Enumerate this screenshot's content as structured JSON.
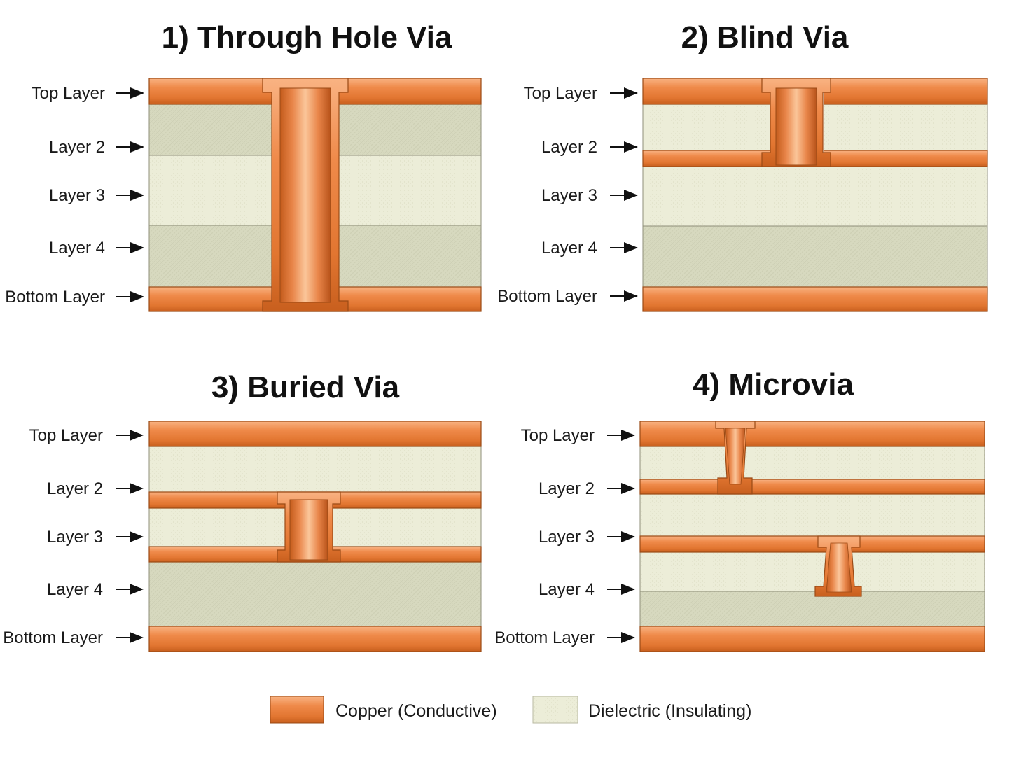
{
  "colors": {
    "copper_light": "#f7a26e",
    "copper_mid": "#e57d3a",
    "copper_dark": "#c9631f",
    "copper_edge": "#9a4a15",
    "dielectric_light": "#ececd6",
    "dielectric_dark": "#d6d7bd",
    "dielectric_edge": "#8f8f7a"
  },
  "panels": [
    {
      "id": "through-hole",
      "title": "1) Through Hole Via",
      "layer_labels": [
        "Top Layer",
        "Layer 2",
        "Layer 3",
        "Layer 4",
        "Bottom Layer"
      ]
    },
    {
      "id": "blind",
      "title": "2) Blind Via",
      "layer_labels": [
        "Top Layer",
        "Layer 2",
        "Layer 3",
        "Layer 4",
        "Bottom Layer"
      ]
    },
    {
      "id": "buried",
      "title": "3) Buried Via",
      "layer_labels": [
        "Top Layer",
        "Layer 2",
        "Layer 3",
        "Layer 4",
        "Bottom Layer"
      ]
    },
    {
      "id": "microvia",
      "title": "4) Microvia",
      "layer_labels": [
        "Top Layer",
        "Layer 2",
        "Layer 3",
        "Layer 4",
        "Bottom Layer"
      ]
    }
  ],
  "legend": {
    "copper": "Copper (Conductive)",
    "dielectric": "Dielectric (Insulating)"
  }
}
